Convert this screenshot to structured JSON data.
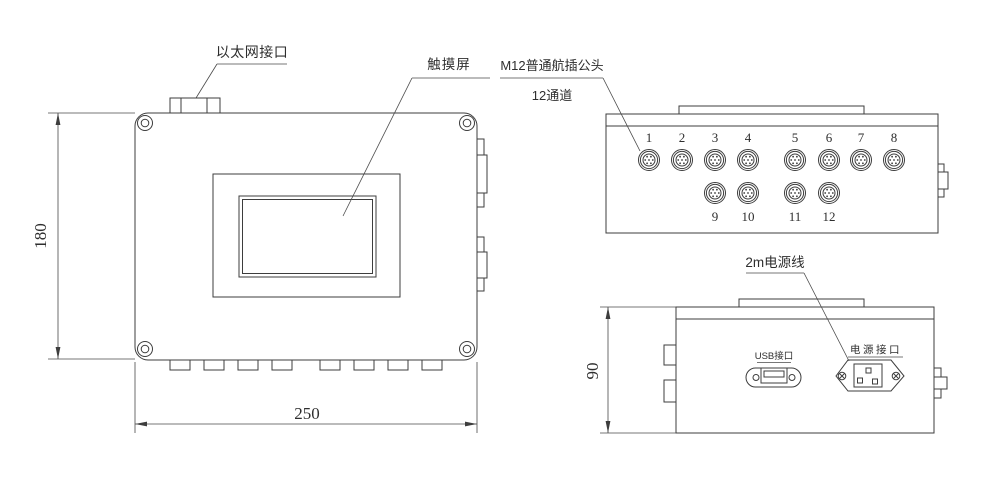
{
  "drawing": {
    "front_view": {
      "ethernet_label": "以太网接口",
      "touchscreen_label": "触摸屏",
      "dim_height": "180",
      "dim_width": "250"
    },
    "top_view": {
      "m12_label": "M12普通航插公头",
      "channels_label": "12通道",
      "connector_numbers_row1": [
        "1",
        "2",
        "3",
        "4",
        "5",
        "6",
        "7",
        "8"
      ],
      "connector_numbers_row2": [
        "9",
        "10",
        "11",
        "12"
      ]
    },
    "side_view": {
      "power_cable_label": "2m电源线",
      "usb_label": "USB接口",
      "power_port_label": "电源接口",
      "dim_height": "90"
    },
    "colors": {
      "line": "#3d3d3d",
      "background": "#ffffff"
    }
  }
}
